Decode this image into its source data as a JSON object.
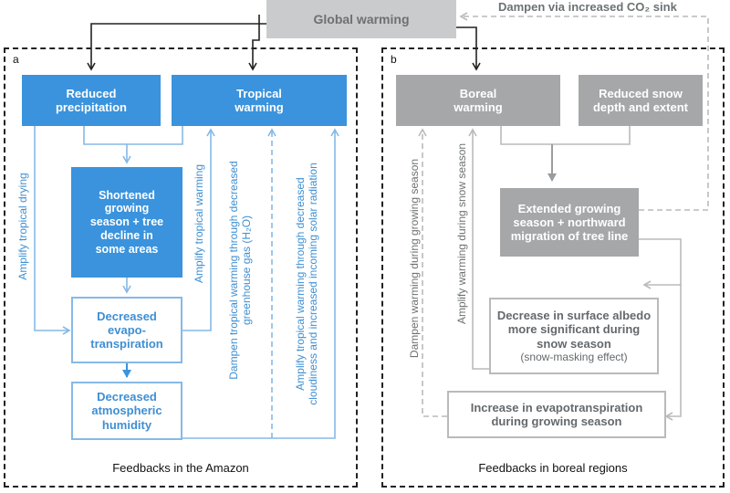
{
  "top": {
    "global_warming": "Global warming",
    "dampen_co2_note": "Dampen via increased CO₂ sink"
  },
  "panel_a": {
    "letter": "a",
    "caption": "Feedbacks in the Amazon",
    "boxes": {
      "reduced_precipitation": "Reduced\nprecipitation",
      "tropical_warming": "Tropical\nwarming",
      "shortened_season": "Shortened\ngrowing\nseason + tree\ndecline in\nsome areas",
      "decreased_evapo": "Decreased\nevapo-\ntranspiration",
      "decreased_humidity": "Decreased\natmospheric\nhumidity"
    },
    "labels": {
      "amplify_drying": "Amplify tropical drying",
      "amplify_warming": "Amplify tropical warming",
      "dampen_ghg": "Dampen tropical warming through decreased\ngreenhouse gas (H₂O)",
      "amplify_cloudiness": "Amplify tropical warming through decreased\ncloudiness and increased incoming solar radiation"
    }
  },
  "panel_b": {
    "letter": "b",
    "caption": "Feedbacks in boreal regions",
    "boxes": {
      "boreal_warming": "Boreal\nwarming",
      "reduced_snow": "Reduced snow\ndepth and extent",
      "extended_season": "Extended growing\nseason + northward\nmigration of tree line",
      "albedo_main": "Decrease in surface albedo\nmore significant during\nsnow season",
      "albedo_sub": "(snow-masking effect)",
      "evapotranspiration": "Increase in evapotranspiration\nduring growing season"
    },
    "labels": {
      "dampen_growing": "Dampen warming during growing season",
      "amplify_snow": "Amplify warming during snow season"
    }
  },
  "colors": {
    "blue_fill": "#3a93dc",
    "blue_line": "#86b9e6",
    "grey_fill": "#a5a7a8",
    "grey_line": "#b8babc",
    "black_line": "#222222"
  }
}
